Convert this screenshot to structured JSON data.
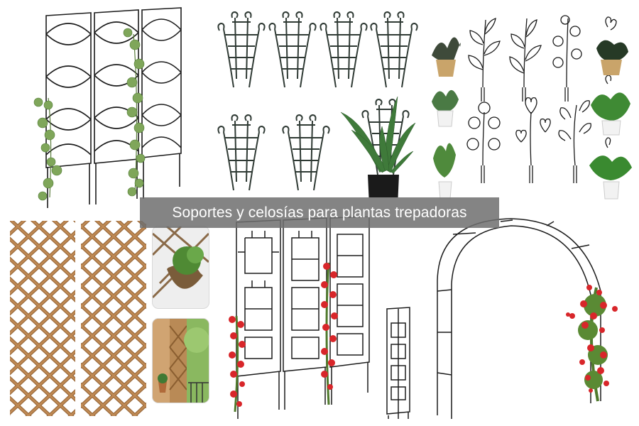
{
  "banner": {
    "title": "Soportes y celosías para plantas trepadoras",
    "background_color": "#6e6e6e",
    "text_color": "#ffffff"
  },
  "collage": {
    "items": [
      {
        "id": "metal-trellis-panels-ivy",
        "description": "Three black metal trellis panels with curved diamond pattern and climbing ivy"
      },
      {
        "id": "green-plastic-plant-supports",
        "description": "Six green fan-shaped plastic plant support cages with curled tips, one in a black pot with bird-of-paradise plant"
      },
      {
        "id": "decorative-wire-plant-stakes",
        "description": "Black wire plant stakes shaped as leaves, flowers and hearts with potted houseplants"
      },
      {
        "id": "expandable-wooden-trellis",
        "description": "Two expandable wooden diamond-lattice trellises"
      },
      {
        "id": "wooden-trellis-hanging-basket-photo",
        "description": "Wooden lattice with hanging wicker basket plant"
      },
      {
        "id": "wooden-trellis-balcony-photo",
        "description": "Wooden lattice mounted on balcony column"
      },
      {
        "id": "metal-trellis-panels-roses",
        "description": "Three black metal trellis panels with square cross pattern and red climbing roses, plus an obelisk trellis"
      },
      {
        "id": "garden-arch-roses",
        "description": "Black metal garden arch with red climbing roses"
      }
    ]
  }
}
